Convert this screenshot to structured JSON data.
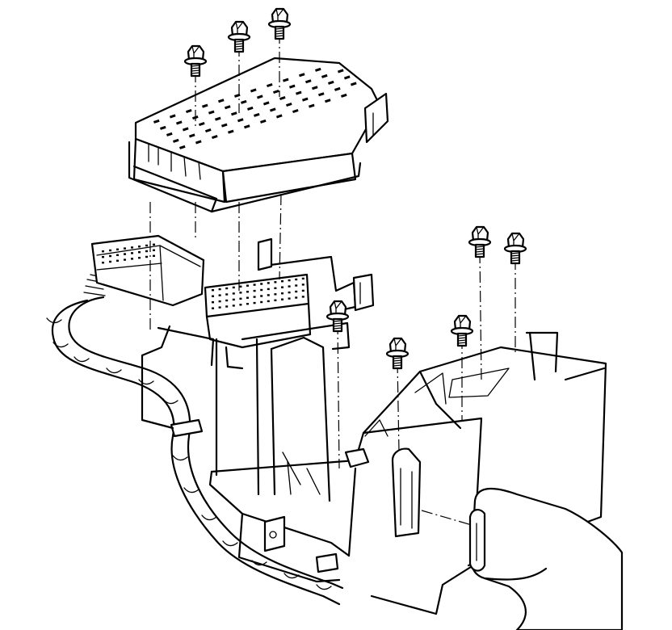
{
  "figure": {
    "parts": [
      "fuse-block-cover",
      "fuse-block-housing",
      "bolts",
      "wiring-harness",
      "harness-connector",
      "hand-pressing-tab"
    ],
    "bolt_count": 8,
    "colors": {
      "line": "#000000",
      "background": "#ffffff"
    }
  }
}
